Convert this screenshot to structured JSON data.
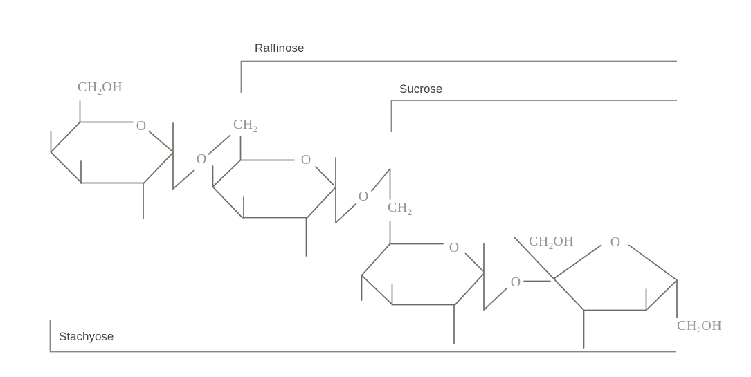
{
  "colors": {
    "background": "#ffffff",
    "bond": "#6a6f63",
    "bracket": "#84887e",
    "formula": "#94948e",
    "name": "#3d423c"
  },
  "brackets": {
    "raffinose": {
      "label": "Raffinose"
    },
    "sucrose": {
      "label": "Sucrose"
    },
    "stachyose": {
      "label": "Stachyose"
    }
  },
  "atom_labels": {
    "ring1_ch2oh": {
      "pre": "CH",
      "sub": "2",
      "post": "OH"
    },
    "ring1_o": {
      "text": "O"
    },
    "glycosidic1_o": {
      "text": "O"
    },
    "ring2_ch2": {
      "pre": "CH",
      "sub": "2",
      "post": ""
    },
    "ring2_o": {
      "text": "O"
    },
    "glycosidic2_o": {
      "text": "O"
    },
    "chain_ch2": {
      "pre": "CH",
      "sub": "2",
      "post": ""
    },
    "ring3_o": {
      "text": "O"
    },
    "glycosidic3_o": {
      "text": "O"
    },
    "ring4_ch2oh": {
      "pre": "CH",
      "sub": "2",
      "post": "OH"
    },
    "ring4_o": {
      "text": "O"
    },
    "ring4_c6_ch2oh": {
      "pre": "CH",
      "sub": "2",
      "post": "OH"
    }
  }
}
